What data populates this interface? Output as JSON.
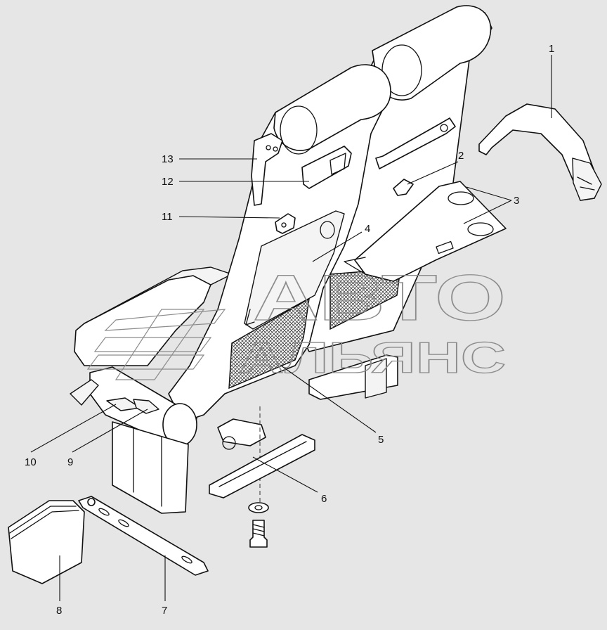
{
  "callouts": [
    {
      "id": "1",
      "text": "1"
    },
    {
      "id": "2",
      "text": "2"
    },
    {
      "id": "3",
      "text": "3"
    },
    {
      "id": "4",
      "text": "4"
    },
    {
      "id": "5",
      "text": "5"
    },
    {
      "id": "6",
      "text": "6"
    },
    {
      "id": "7",
      "text": "7"
    },
    {
      "id": "8",
      "text": "8"
    },
    {
      "id": "9",
      "text": "9"
    },
    {
      "id": "10",
      "text": "10"
    },
    {
      "id": "11",
      "text": "11"
    },
    {
      "id": "12",
      "text": "12"
    },
    {
      "id": "13",
      "text": "13"
    }
  ],
  "watermark": {
    "line1": "АВТО",
    "line2": "АЛЬЯНС"
  }
}
